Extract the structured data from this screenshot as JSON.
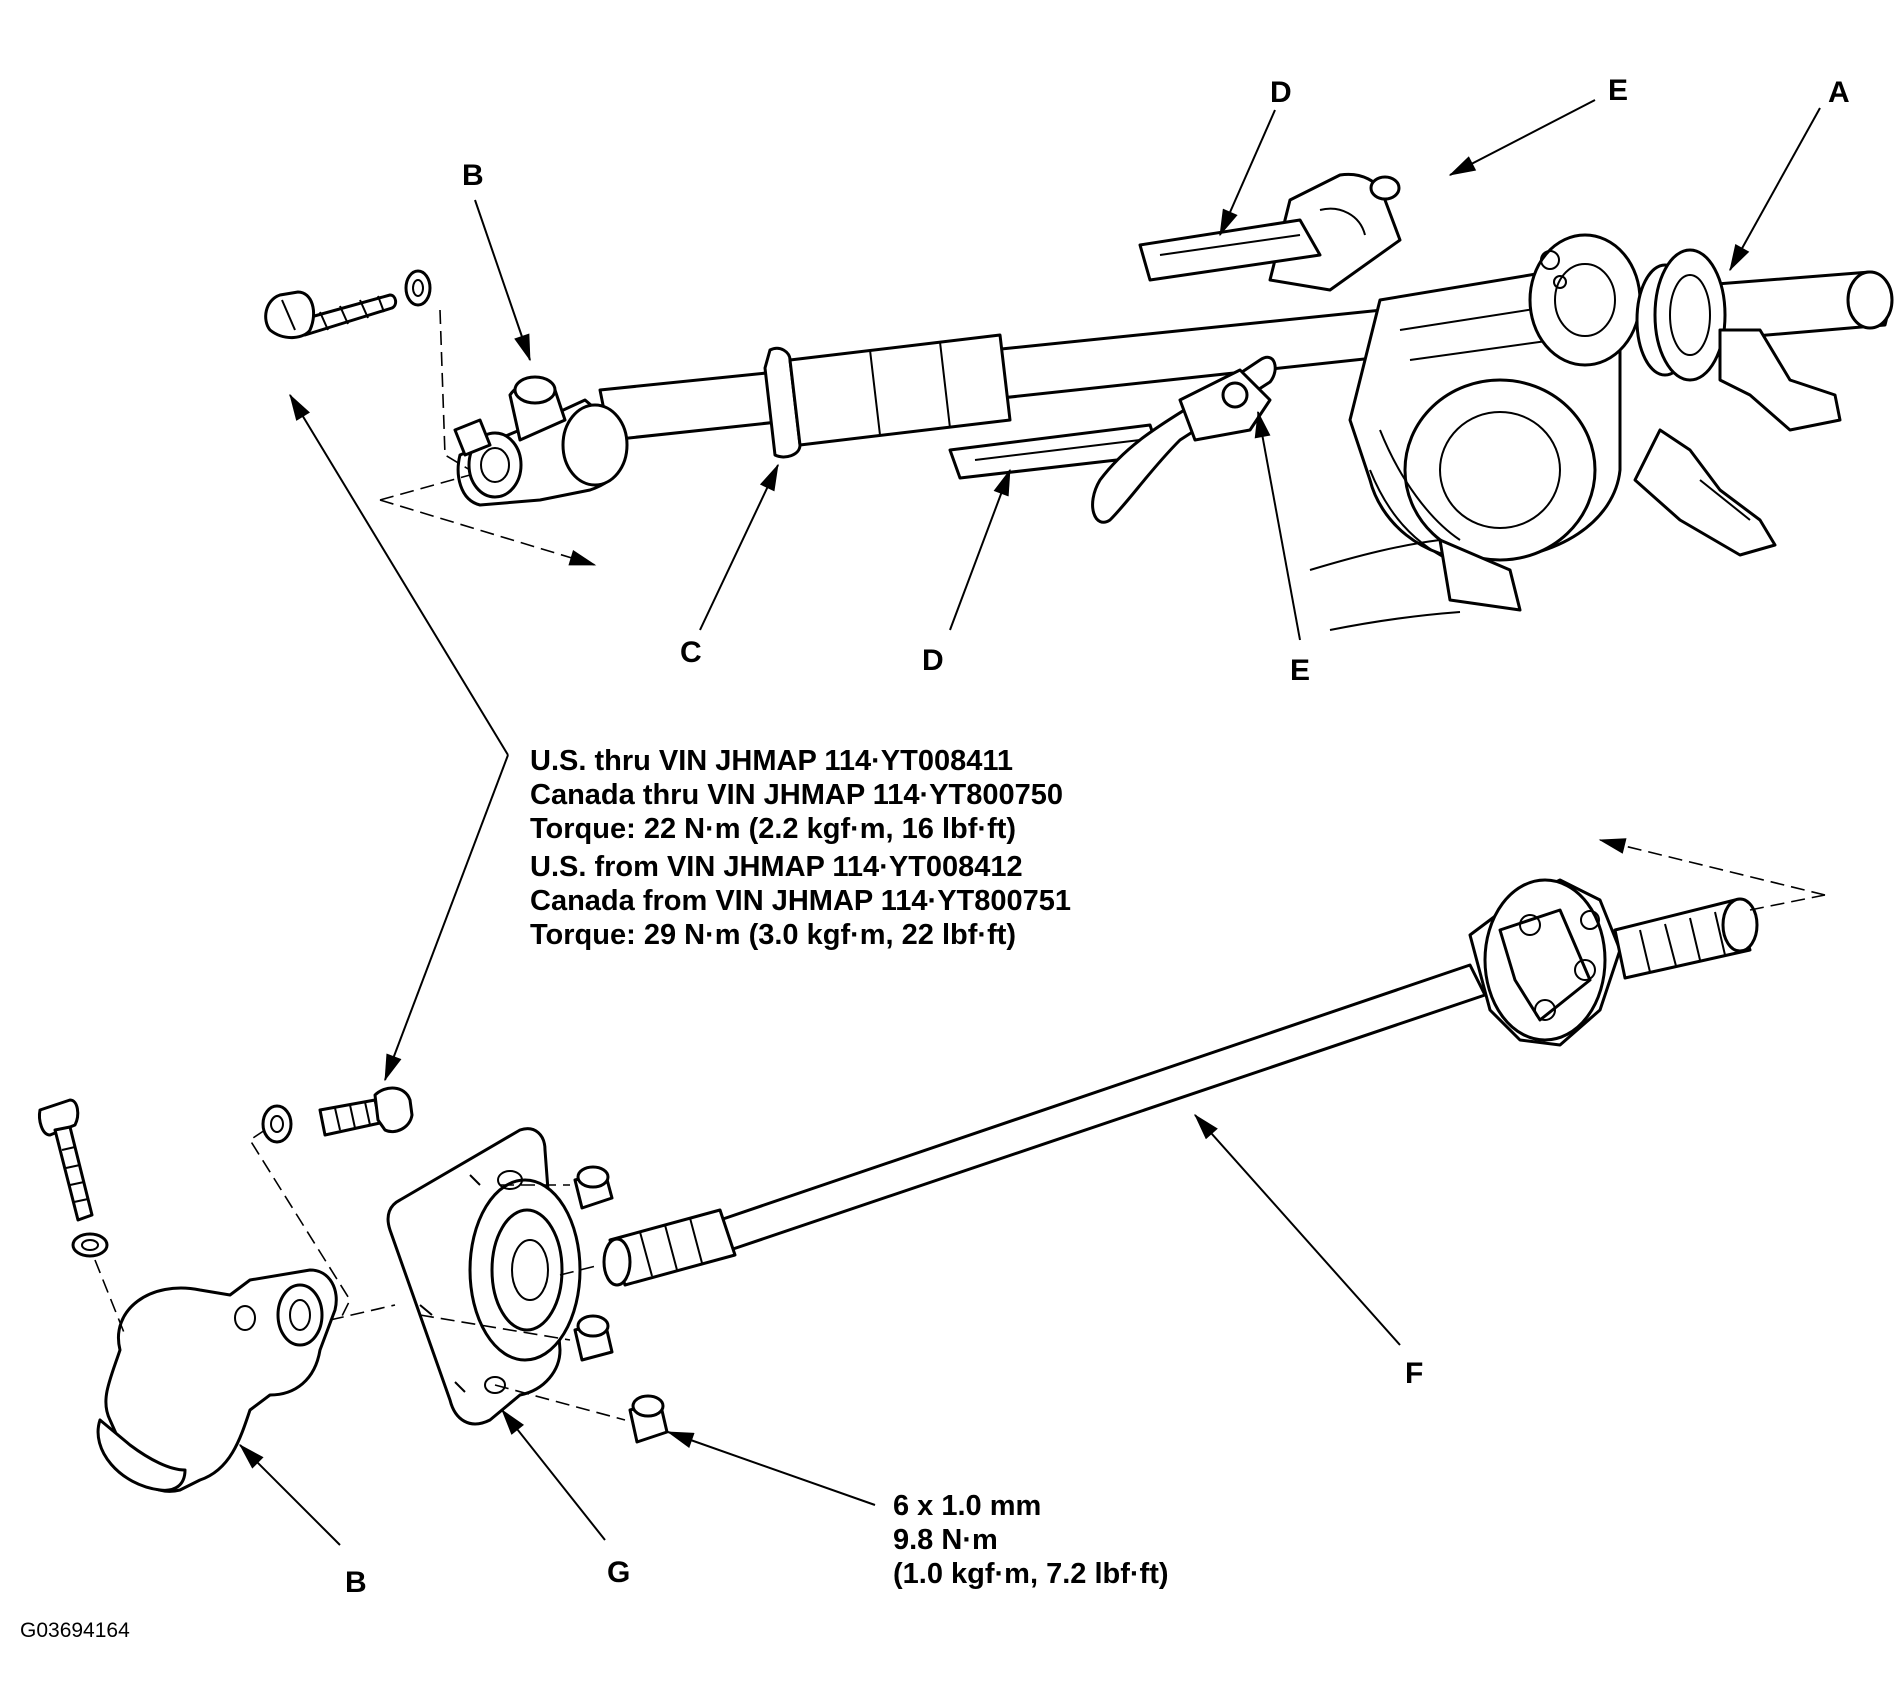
{
  "labels": {
    "A": "A",
    "B_top": "B",
    "B_bottom": "B",
    "C": "C",
    "D_top": "D",
    "D_bottom": "D",
    "E_top": "E",
    "E_bottom": "E",
    "F": "F",
    "G": "G"
  },
  "torque_note": {
    "line1": "U.S. thru VIN JHMAP 114·YT008411",
    "line2": "Canada thru VIN JHMAP 114·YT800750",
    "line3": "Torque: 22 N·m (2.2 kgf·m, 16 lbf·ft)",
    "line4": "U.S. from VIN JHMAP 114·YT008412",
    "line5": "Canada from VIN JHMAP 114·YT800751",
    "line6": "Torque: 29 N·m (3.0 kgf·m, 22 lbf·ft)"
  },
  "nut_spec": {
    "line1": "6 x 1.0 mm",
    "line2": "9.8 N·m",
    "line3": "(1.0 kgf·m, 7.2 lbf·ft)"
  },
  "figure_id": "G03694164"
}
